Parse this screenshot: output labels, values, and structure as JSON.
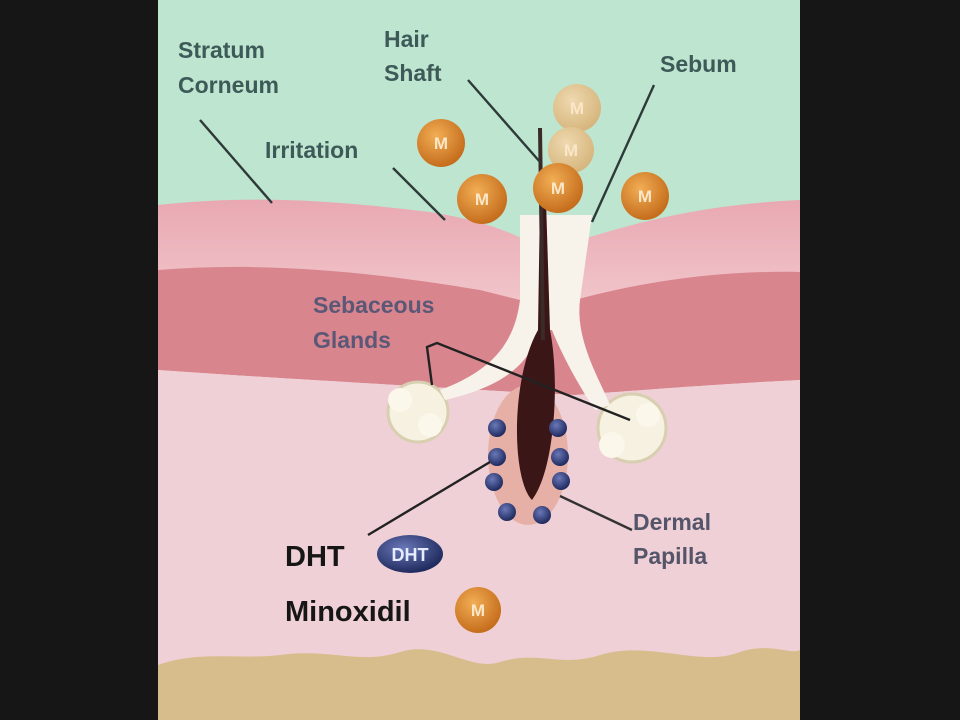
{
  "labels": {
    "stratum_corneum": [
      "Stratum",
      "Corneum"
    ],
    "hair_shaft": [
      "Hair",
      "Shaft"
    ],
    "sebum": "Sebum",
    "irritation": "Irritation",
    "sebaceous_glands": [
      "Sebaceous",
      "Glands"
    ],
    "dermal_papilla": [
      "Dermal",
      "Papilla"
    ]
  },
  "legend": {
    "dht_label": "DHT",
    "dht_badge": "DHT",
    "minoxidil_label": "Minoxidil",
    "minoxidil_badge": "M"
  },
  "molecule_symbol": "M",
  "colors": {
    "sky": "#bde5cf",
    "epidermis": "#f1c9cd",
    "dermis_band": "#d9858e",
    "dermis": "#efd0d6",
    "subcutis": "#d7bd8b",
    "minoxidil": "#d98a2e",
    "dht": "#2c3a72",
    "hair": "#3a1616"
  }
}
